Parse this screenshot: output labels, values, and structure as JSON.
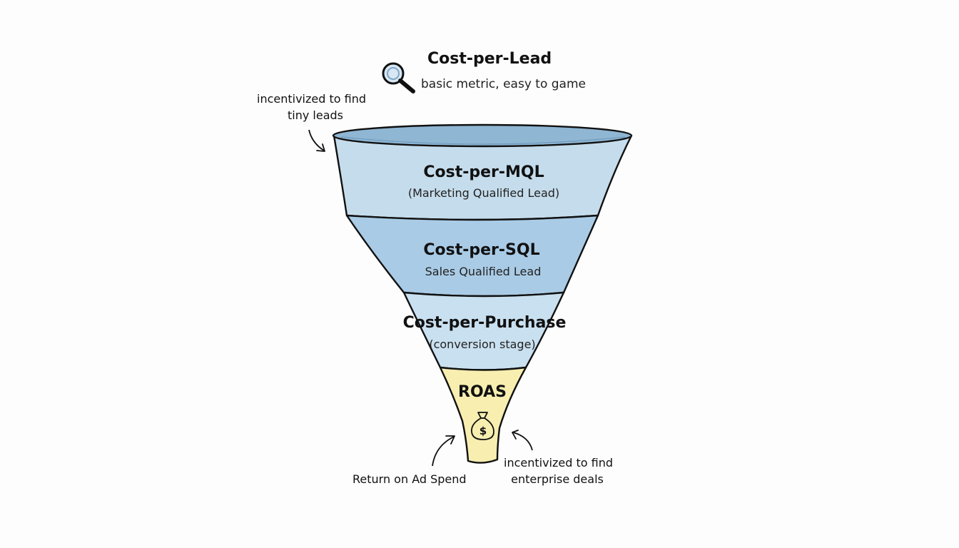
{
  "header": {
    "title": "Cost-per-Lead",
    "subtitle": "basic metric, easy to game",
    "icon": "magnifier-icon"
  },
  "stages": [
    {
      "title": "Cost-per-MQL",
      "subtitle": "(Marketing Qualified Lead)",
      "color": "#c5dcec"
    },
    {
      "title": "Cost-per-SQL",
      "subtitle": "Sales Qualified Lead",
      "color": "#a9cbe6"
    },
    {
      "title": "Cost-per-Purchase",
      "subtitle": "(conversion stage)",
      "color": "#c9e0f0"
    },
    {
      "title": "ROAS",
      "subtitle": "",
      "color": "#f7eeb0",
      "icon": "money-bag-icon"
    }
  ],
  "notes": {
    "top_left": [
      "incentivized to find",
      "tiny leads"
    ],
    "bottom_left": [
      "Return on Ad Spend"
    ],
    "bottom_right": [
      "incentivized to find",
      "enterprise deals"
    ]
  },
  "colors": {
    "rim": "#8fb6d3",
    "outline": "#111111"
  }
}
